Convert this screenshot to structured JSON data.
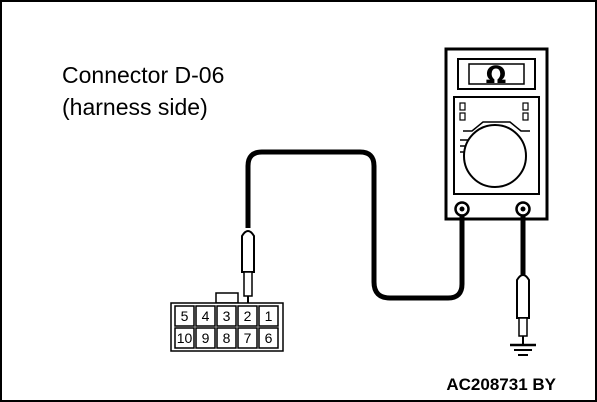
{
  "connector": {
    "title_line1": "Connector D-06",
    "title_line2": "(harness side)",
    "pins_top": [
      "5",
      "4",
      "3",
      "2",
      "1"
    ],
    "pins_bottom": [
      "10",
      "9",
      "8",
      "7",
      "6"
    ]
  },
  "meter": {
    "display_symbol": "Ω",
    "icon": "multimeter-icon"
  },
  "ground_icon": "ground-symbol-icon",
  "figure_code": "AC208731 BY"
}
